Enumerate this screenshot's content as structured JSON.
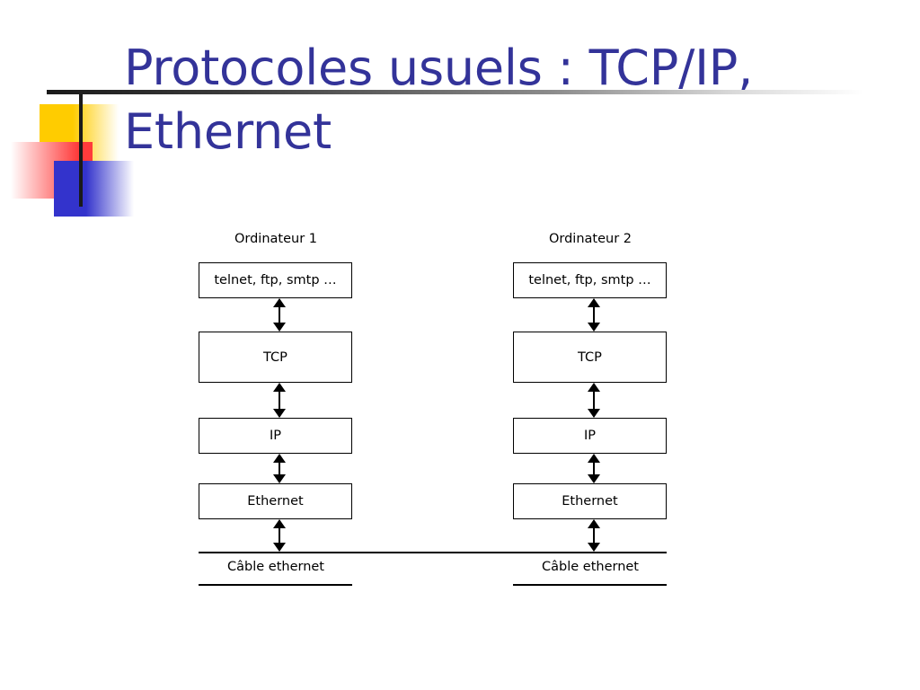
{
  "slide": {
    "title": "Protocoles usuels : TCP/IP,\nEthernet",
    "title_color": "#333399"
  },
  "decoration": {
    "yellow_color": "#FFCC00",
    "red_color": "#FF3B3B",
    "blue_color": "#3333CC",
    "bar_color": "#1a1a1a"
  },
  "diagram": {
    "type": "layered-protocol-stack",
    "columns": [
      {
        "title": "Ordinateur 1",
        "layers": [
          {
            "label": "telnet, ftp, smtp …"
          },
          {
            "label": "TCP"
          },
          {
            "label": "IP"
          },
          {
            "label": "Ethernet"
          }
        ],
        "cable_label": "Câble ethernet"
      },
      {
        "title": "Ordinateur 2",
        "layers": [
          {
            "label": "telnet, ftp, smtp …"
          },
          {
            "label": "TCP"
          },
          {
            "label": "IP"
          },
          {
            "label": "Ethernet"
          }
        ],
        "cable_label": "Câble ethernet"
      }
    ],
    "connector": "double-headed-vertical-arrow",
    "box_border_color": "#000000",
    "box_fill_color": "#ffffff"
  }
}
